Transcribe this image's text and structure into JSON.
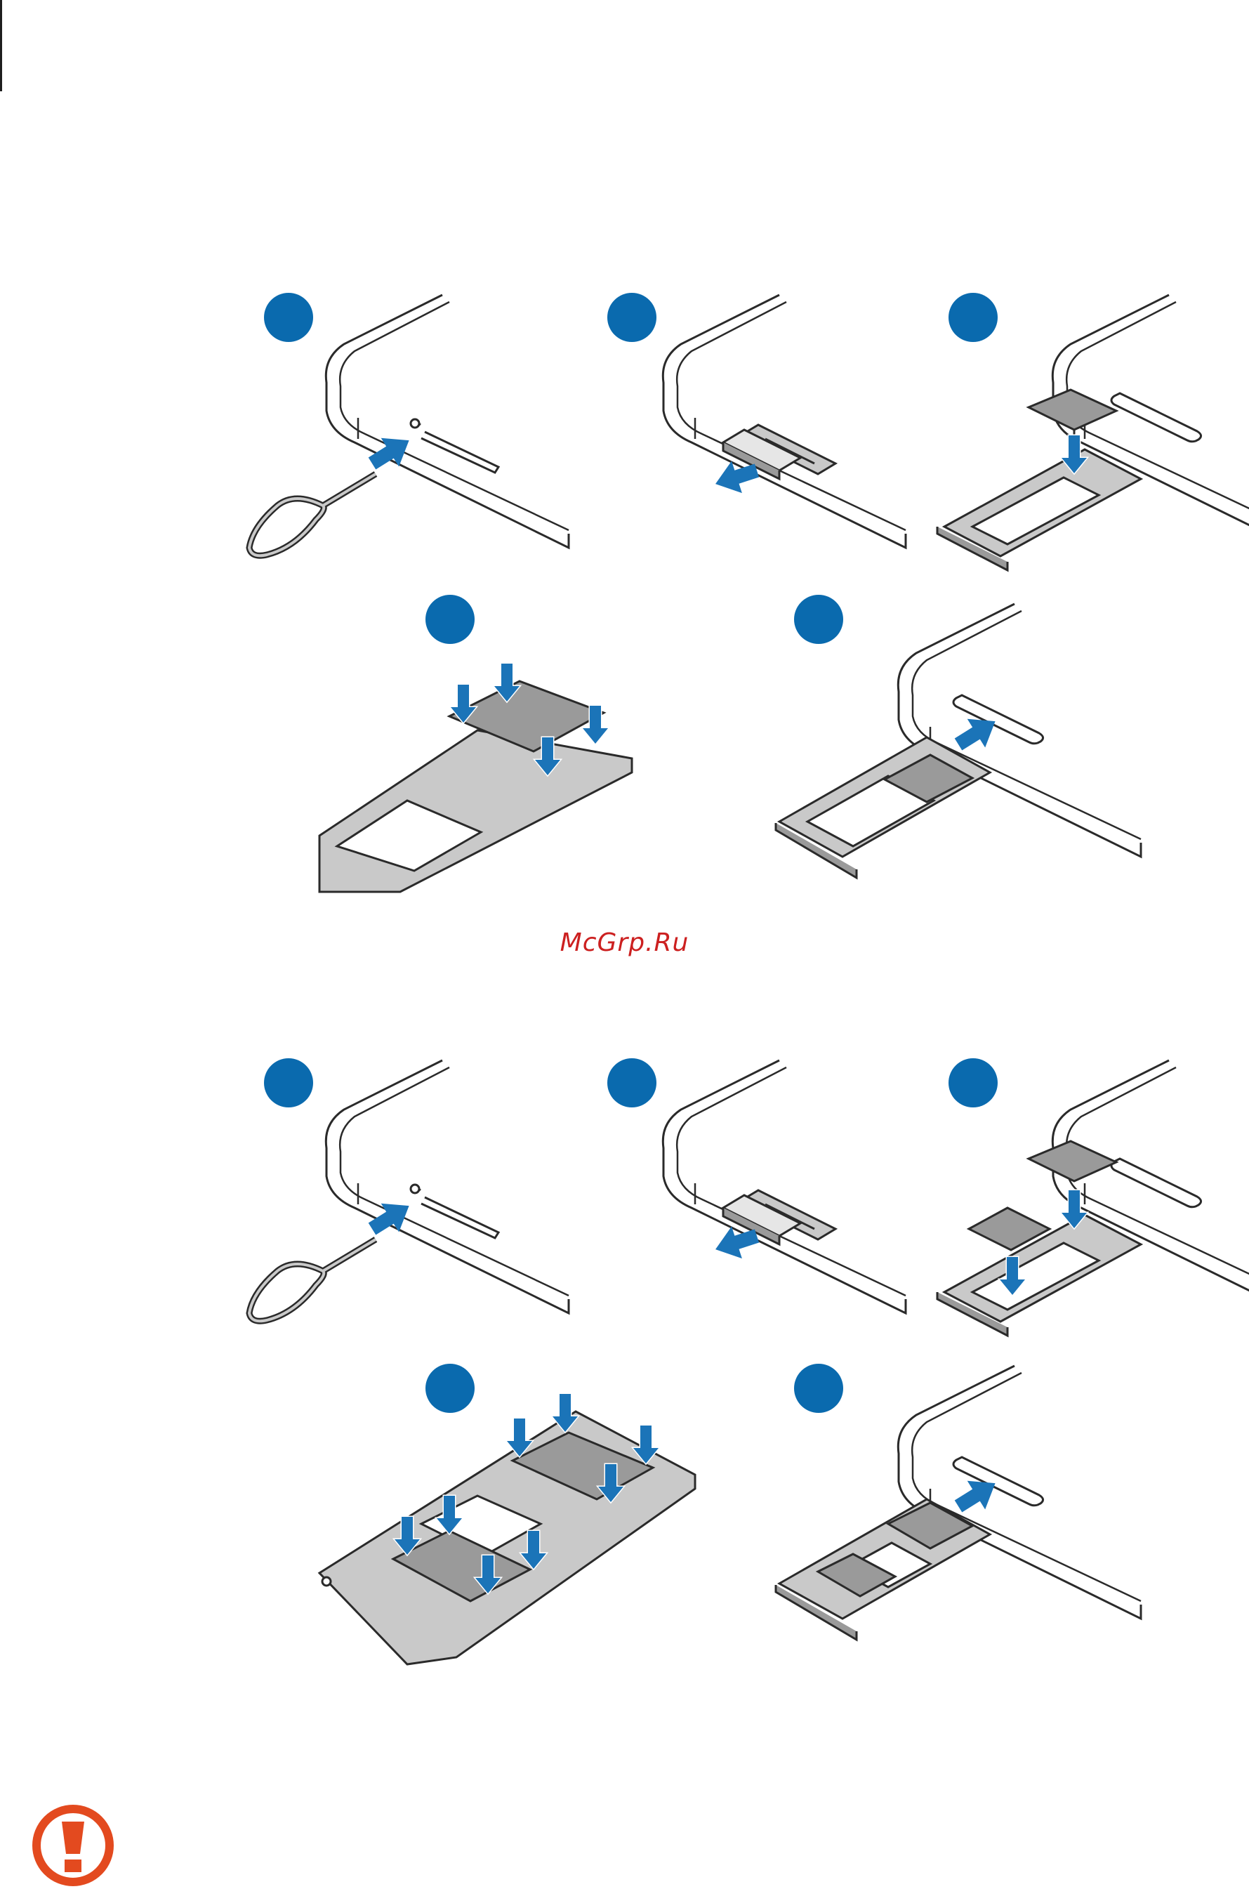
{
  "watermark": "McGrp.Ru",
  "colors": {
    "step_badge": "#0a6aae",
    "arrow": "#1b74b8",
    "outline": "#2a2a2a",
    "tray": "#c9c9c9",
    "card": "#9a9a9a",
    "watermark": "#cc2020",
    "caution": "#e34a1f"
  },
  "figures": [
    {
      "name": "single-sim-tray-procedure",
      "steps": [
        {
          "icon": "ejection-pin-insert"
        },
        {
          "icon": "tray-pull-out"
        },
        {
          "icon": "sim-card-place"
        },
        {
          "icon": "sim-card-press-in"
        },
        {
          "icon": "tray-insert"
        }
      ]
    },
    {
      "name": "dual-sim-tray-procedure",
      "steps": [
        {
          "icon": "ejection-pin-insert"
        },
        {
          "icon": "tray-pull-out"
        },
        {
          "icon": "two-sim-cards-place"
        },
        {
          "icon": "two-sim-cards-press-in"
        },
        {
          "icon": "tray-insert"
        }
      ]
    }
  ],
  "caution_icon": "exclamation-caution-icon"
}
